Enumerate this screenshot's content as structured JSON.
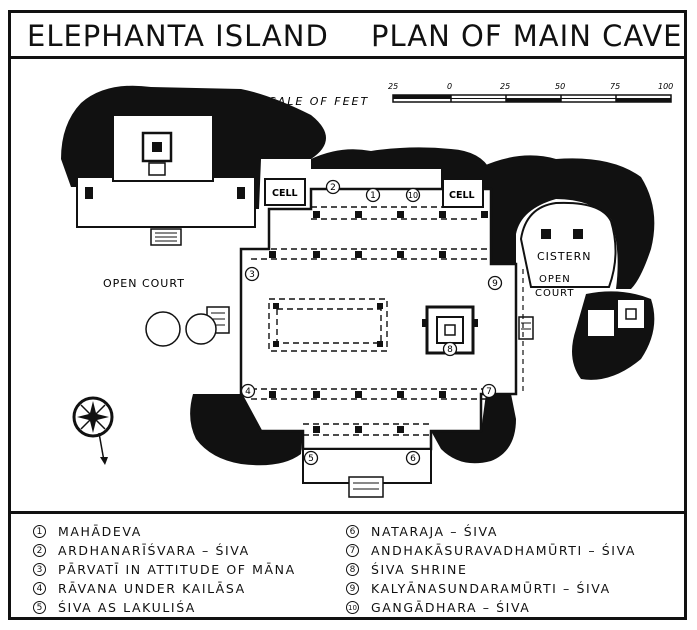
{
  "title": {
    "left": "ELEPHANTA ISLAND",
    "right": "PLAN OF MAIN CAVE"
  },
  "scale": {
    "label": "SCALE OF FEET",
    "ticks": [
      "25",
      "0",
      "25",
      "50",
      "75",
      "100"
    ]
  },
  "plan_labels": {
    "cell_left": "CELL",
    "cell_right": "CELL",
    "cistern": "CISTERN",
    "open_court_left": "OPEN COURT",
    "open_court_right_1": "OPEN",
    "open_court_right_2": "COURT"
  },
  "markers": [
    "1",
    "2",
    "3",
    "4",
    "5",
    "6",
    "7",
    "8",
    "9",
    "10"
  ],
  "legend": {
    "left": [
      {
        "num": "1",
        "text": "MAHĀDEVA"
      },
      {
        "num": "2",
        "text": "ARDHANARĪŚVARA – ŚIVA"
      },
      {
        "num": "3",
        "text": "PĀRVATĪ IN ATTITUDE OF MĀNA"
      },
      {
        "num": "4",
        "text": "RĀVANA UNDER KAILĀSA"
      },
      {
        "num": "5",
        "text": "ŚIVA AS LAKULIŚA"
      }
    ],
    "right": [
      {
        "num": "6",
        "text": "NATARAJA – ŚIVA"
      },
      {
        "num": "7",
        "text": "ANDHAKĀSURAVADHAMŪRTI – ŚIVA"
      },
      {
        "num": "8",
        "text": "ŚIVA SHRINE"
      },
      {
        "num": "9",
        "text": "KALYĀNASUNDARAMŪRTI – ŚIVA"
      },
      {
        "num": "10",
        "text": "GANGĀDHARA – ŚIVA"
      }
    ]
  },
  "colors": {
    "ink": "#111111",
    "paper": "#ffffff"
  },
  "icons": [
    "compass-rose-icon",
    "north-arrow-icon"
  ]
}
